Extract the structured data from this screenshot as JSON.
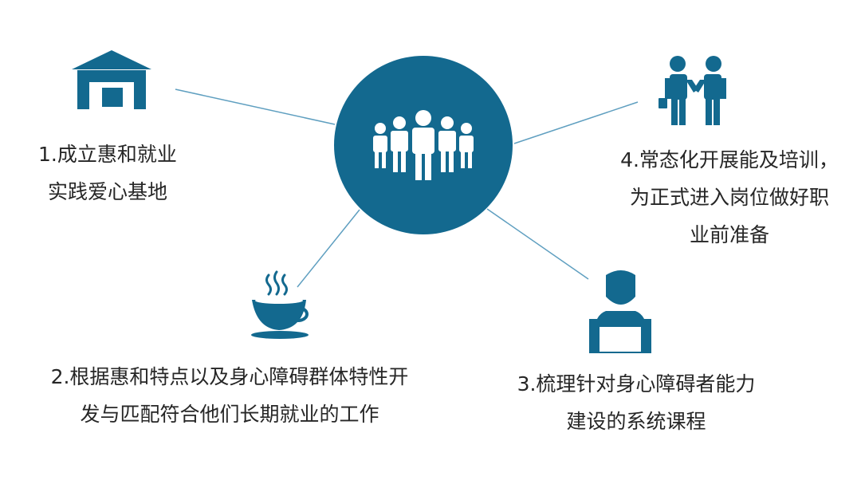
{
  "colors": {
    "primary": "#13698f",
    "connector": "#5f9fc0",
    "text": "#262626",
    "icon_cutout": "#ffffff"
  },
  "center": {
    "icon": "group-of-people-icon"
  },
  "items": [
    {
      "id": "item1",
      "icon": "warehouse-icon",
      "lines": [
        "1.成立惠和就业",
        "实践爱心基地"
      ]
    },
    {
      "id": "item2",
      "icon": "coffee-cup-icon",
      "lines": [
        "2.根据惠和特点以及身心障碍群体特性开",
        "发与匹配符合他们长期就业的工作"
      ]
    },
    {
      "id": "item3",
      "icon": "person-at-laptop-icon",
      "lines": [
        "3.梳理针对身心障碍者能力",
        "建设的系统课程"
      ]
    },
    {
      "id": "item4",
      "icon": "business-handshake-icon",
      "lines": [
        "4.常态化开展能及培训，",
        "为正式进入岗位做好职",
        "业前准备"
      ]
    }
  ]
}
